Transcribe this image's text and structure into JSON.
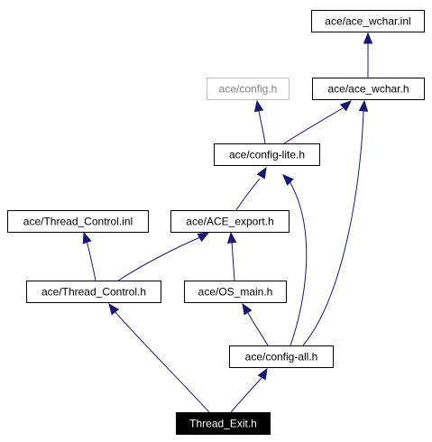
{
  "nodes": [
    {
      "id": "ace_wchar_inl",
      "label": "ace/ace_wchar.inl",
      "style": "normal"
    },
    {
      "id": "config_h",
      "label": "ace/config.h",
      "style": "muted"
    },
    {
      "id": "ace_wchar_h",
      "label": "ace/ace_wchar.h",
      "style": "normal"
    },
    {
      "id": "config_lite_h",
      "label": "ace/config-lite.h",
      "style": "normal"
    },
    {
      "id": "thread_control_inl",
      "label": "ace/Thread_Control.inl",
      "style": "normal"
    },
    {
      "id": "ace_export_h",
      "label": "ace/ACE_export.h",
      "style": "normal"
    },
    {
      "id": "thread_control_h",
      "label": "ace/Thread_Control.h",
      "style": "normal"
    },
    {
      "id": "os_main_h",
      "label": "ace/OS_main.h",
      "style": "normal"
    },
    {
      "id": "config_all_h",
      "label": "ace/config-all.h",
      "style": "normal"
    },
    {
      "id": "thread_exit_h",
      "label": "Thread_Exit.h",
      "style": "highlight"
    }
  ],
  "edges": [
    {
      "from": "thread_exit_h",
      "to": "thread_control_h"
    },
    {
      "from": "thread_exit_h",
      "to": "config_all_h"
    },
    {
      "from": "thread_control_h",
      "to": "thread_control_inl"
    },
    {
      "from": "thread_control_h",
      "to": "ace_export_h"
    },
    {
      "from": "config_all_h",
      "to": "os_main_h"
    },
    {
      "from": "config_all_h",
      "to": "config_lite_h"
    },
    {
      "from": "config_all_h",
      "to": "ace_wchar_h"
    },
    {
      "from": "os_main_h",
      "to": "ace_export_h"
    },
    {
      "from": "ace_export_h",
      "to": "config_lite_h"
    },
    {
      "from": "config_lite_h",
      "to": "config_h"
    },
    {
      "from": "config_lite_h",
      "to": "ace_wchar_h"
    },
    {
      "from": "ace_wchar_h",
      "to": "ace_wchar_inl"
    }
  ],
  "colors": {
    "edge": "#191970",
    "box_border": "#000000",
    "muted_border": "#bfbfbf",
    "muted_text": "#808080",
    "highlight_fill": "#000000",
    "highlight_text": "#ffffff"
  }
}
